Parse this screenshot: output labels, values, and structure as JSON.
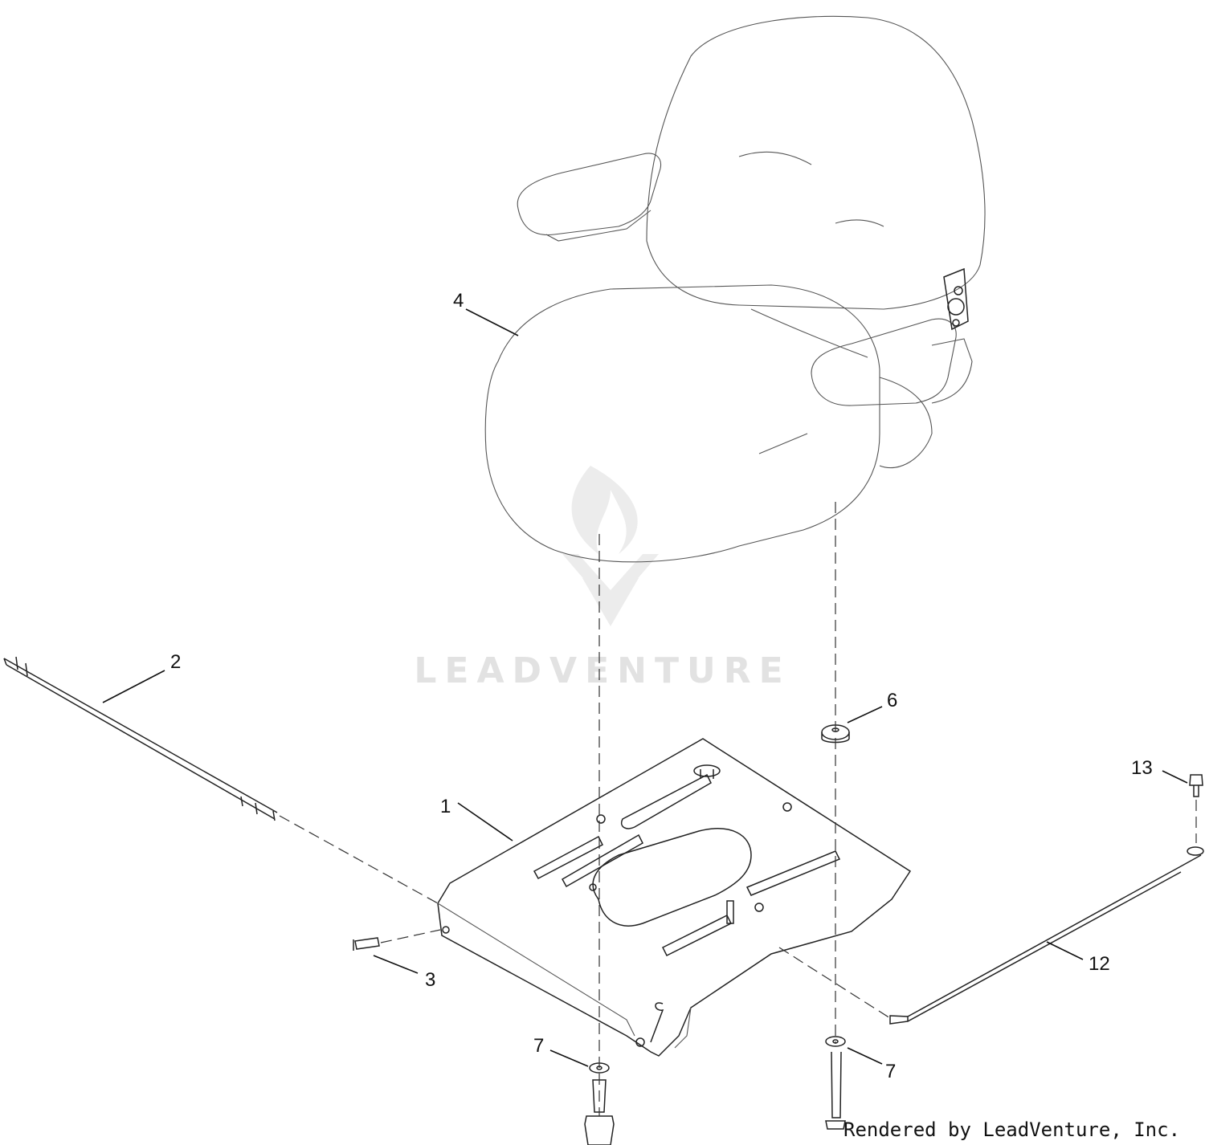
{
  "watermark": {
    "text": "LEADVENTURE",
    "logo_icon": "flame-v-logo-icon"
  },
  "credit": "Rendered by LeadVenture, Inc.",
  "callouts": [
    {
      "id": "1",
      "label": "1"
    },
    {
      "id": "2",
      "label": "2"
    },
    {
      "id": "3",
      "label": "3"
    },
    {
      "id": "4",
      "label": "4"
    },
    {
      "id": "6",
      "label": "6"
    },
    {
      "id": "7a",
      "label": "7"
    },
    {
      "id": "7b",
      "label": "7"
    },
    {
      "id": "12",
      "label": "12"
    },
    {
      "id": "13",
      "label": "13"
    }
  ]
}
